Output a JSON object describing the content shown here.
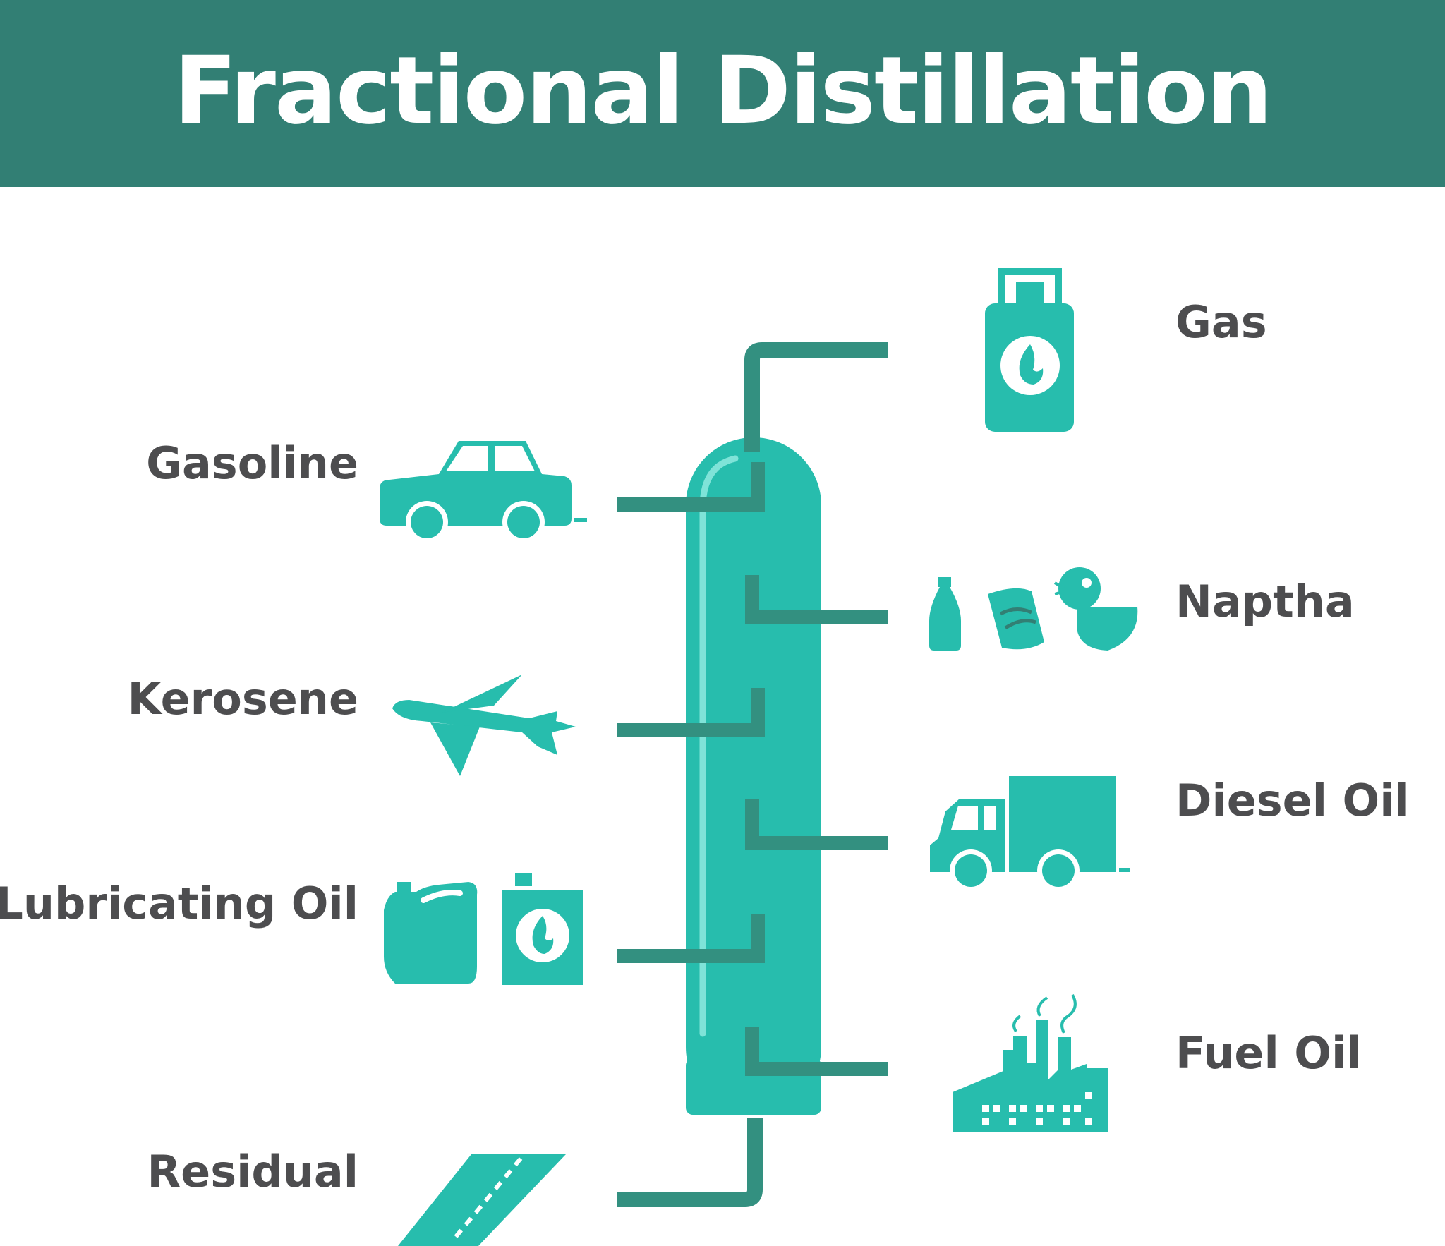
{
  "title": "Fractional Distillation",
  "colors": {
    "header_bg": "#327f74",
    "accent": "#27bdad",
    "pipe": "#339080",
    "label_text": "#4d4d4f",
    "highlight": "#7fe3d8"
  },
  "fractions_left": [
    {
      "label": "Gasoline",
      "icon": "car-icon"
    },
    {
      "label": "Kerosene",
      "icon": "airplane-icon"
    },
    {
      "label": "Lubricating Oil",
      "icon": "oil-canisters-icon"
    },
    {
      "label": "Residual",
      "icon": "road-icon"
    }
  ],
  "fractions_right": [
    {
      "label": "Gas",
      "icon": "gas-cylinder-icon"
    },
    {
      "label": "Naptha",
      "icon": "plastics-icon"
    },
    {
      "label": "Diesel Oil",
      "icon": "truck-icon"
    },
    {
      "label": "Fuel Oil",
      "icon": "factory-icon"
    }
  ]
}
